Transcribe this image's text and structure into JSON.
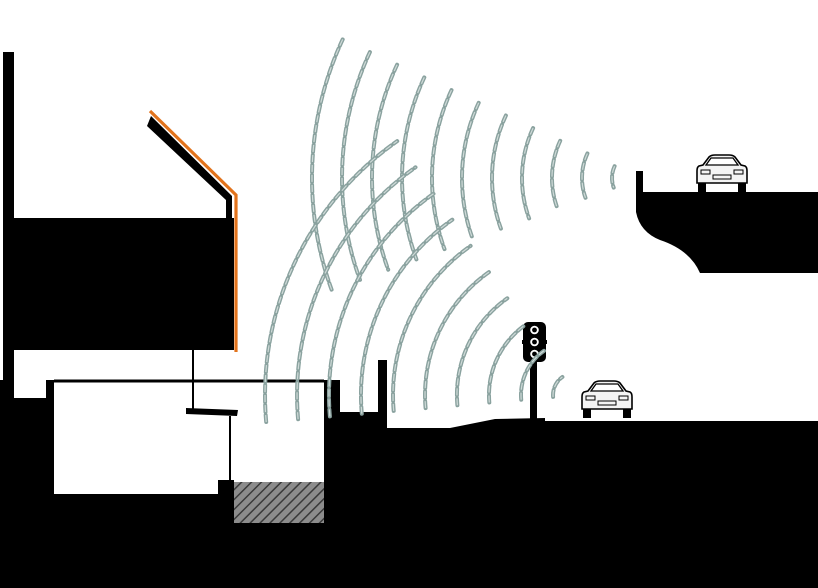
{
  "colors": {
    "mass": "#000000",
    "background": "#ffffff",
    "panel_accent": "#e2731c",
    "wave": "#8aa29f",
    "hatch": "#555555",
    "car_body": "#f4f4f4"
  },
  "icons": {
    "traffic_light": "traffic-light-icon",
    "car": "car-icon",
    "wave": "sound-wave-icon"
  },
  "scene": {
    "elements": [
      "building",
      "sloped-panel",
      "basement",
      "water-tank",
      "street",
      "traffic-light",
      "car",
      "overpass",
      "overpass-car",
      "sound-waves"
    ]
  }
}
